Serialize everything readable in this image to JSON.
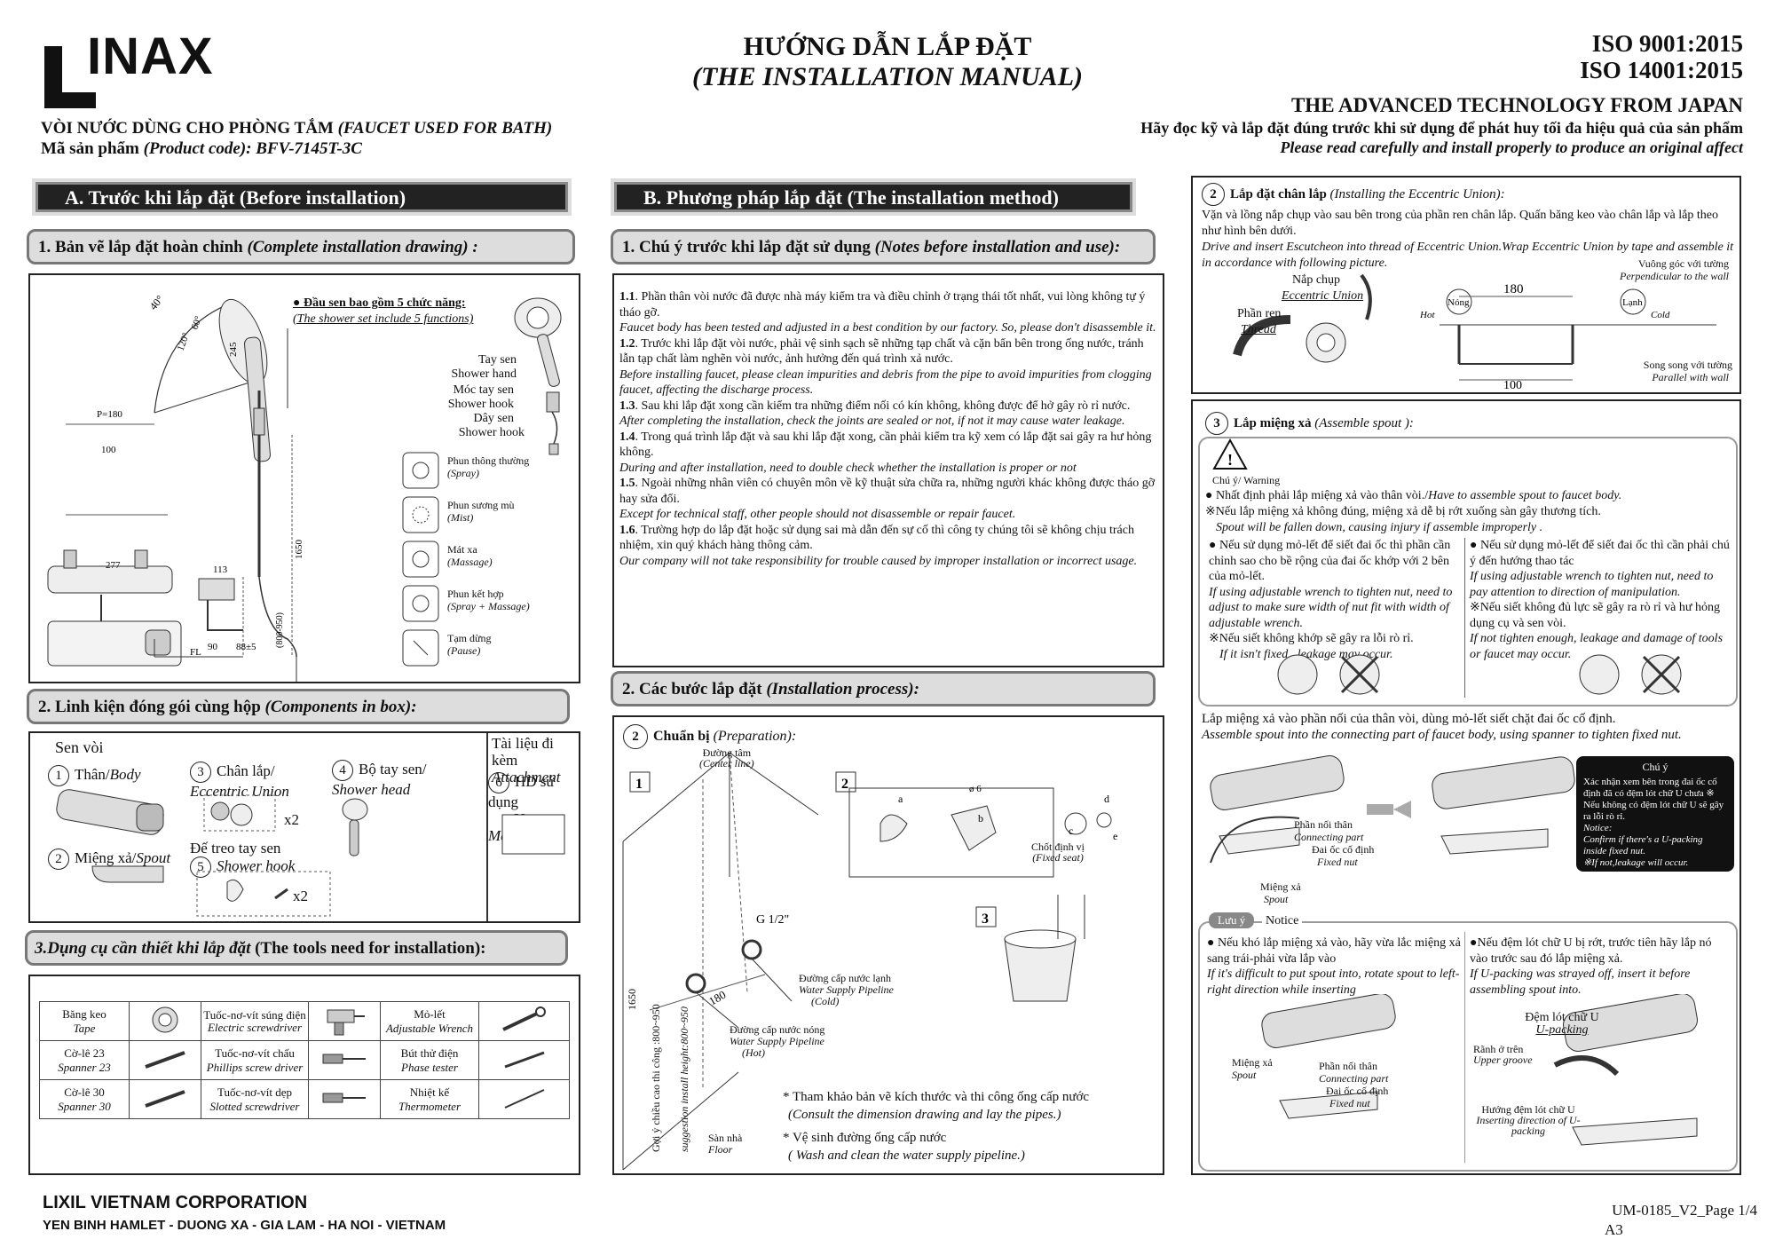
{
  "header": {
    "logo_text": "INAX",
    "title_vi": "HƯỚNG DẪN LẮP ĐẶT",
    "title_en": "(THE INSTALLATION MANUAL)",
    "iso1": "ISO   9001:2015",
    "iso2": "ISO 14001:2015",
    "tech": "THE ADVANCED TECHNOLOGY FROM JAPAN",
    "read_vi": "Hãy đọc kỹ và lắp đặt đúng trước khi sử dụng để phát huy tối đa hiệu quả của sản phẩm",
    "read_en": "Please read carefully and install properly to produce an original affect",
    "product_vi": "VÒI NƯỚC DÙNG CHO PHÒNG TẮM",
    "product_en": "(FAUCET USED FOR BATH)",
    "code_label": "Mã sản phẩm",
    "code_value": "(Product code): BFV-7145T-3C"
  },
  "sectionA": {
    "tab": "A. Trước khi lắp đặt (Before installation)",
    "s1_vi": "1. Bản vẽ lắp đặt hoàn chỉnh",
    "s1_en": "(Complete installation drawing) :",
    "shower_note_vi": "● Đầu sen bao gồm 5 chức năng:",
    "shower_note_en": "(The shower set include 5 functions)",
    "labels": {
      "hand_vi": "Tay sen",
      "hand_en": "Shower hand",
      "hook_vi": "Móc tay sen",
      "hook_en": "Shower hook",
      "hose_vi": "Dây sen",
      "hose_en": "Shower hook",
      "angle40": "40°",
      "angle60": "60°",
      "angle120": "120°",
      "d245": "245",
      "d1650": "1650",
      "d100": "100",
      "d277": "277",
      "d113": "113",
      "d90": "90",
      "d88": "88±5",
      "d800": "(800-950)",
      "p180": "P=180",
      "fl": "FL"
    },
    "functions": [
      {
        "vi": "Phun thông thường",
        "en": "(Spray)"
      },
      {
        "vi": "Phun sương mù",
        "en": "(Mist)"
      },
      {
        "vi": "Mát xa",
        "en": "(Massage)"
      },
      {
        "vi": "Phun kết hợp",
        "en": "(Spray + Massage)"
      },
      {
        "vi": "Tạm dừng",
        "en": "(Pause)"
      }
    ],
    "s2_vi": "2. Linh kiện đóng gói cùng hộp",
    "s2_en": "(Components in box):",
    "comp": {
      "sen_voi": "Sen vòi",
      "c1": "Thân/",
      "c1en": "Body",
      "c2": "Miệng xả/",
      "c2en": "Spout",
      "c3": "Chân lắp/",
      "c3en": "Eccentric Union",
      "c4": "Bộ tay sen/",
      "c4en": "Shower head",
      "c5": "Đế treo tay sen",
      "c5en": "Shower hook",
      "docs": "Tài liệu đi kèm",
      "docs_en": "Attachment",
      "c6": "HD sử dụng",
      "c6en": "User Manual",
      "x2a": "x2",
      "x2b": "x2",
      "n1": "1",
      "n2": "2",
      "n3": "3",
      "n4": "4",
      "n5": "5",
      "n6": "6"
    },
    "s3_vi": "3.Dụng cụ cần thiết khi lắp đặt",
    "s3_en": "(The tools need for installation):",
    "tools": [
      {
        "vi": "Băng keo",
        "en": "Tape"
      },
      {
        "vi": "Tuốc-nơ-vít súng điện",
        "en": "Electric screwdriver"
      },
      {
        "vi": "Mỏ-lết",
        "en": "Adjustable Wrench"
      },
      {
        "vi": "Cờ-lê 23",
        "en": "Spanner 23"
      },
      {
        "vi": "Tuốc-nơ-vít chấu",
        "en": "Phillips screw driver"
      },
      {
        "vi": "Bút thử điện",
        "en": "Phase tester"
      },
      {
        "vi": "Cờ-lê 30",
        "en": "Spanner 30"
      },
      {
        "vi": "Tuốc-nơ-vít dẹp",
        "en": "Slotted screwdriver"
      },
      {
        "vi": "Nhiệt kế",
        "en": "Thermometer"
      }
    ]
  },
  "sectionB": {
    "tab": "B. Phương pháp lắp đặt (The installation method)",
    "s1_vi": "1. Chú ý trước khi lắp đặt sử dụng",
    "s1_en": "(Notes before installation and use):",
    "notes": [
      {
        "num": "1.1",
        "vi": ". Phần thân vòi nước đã được nhà máy kiểm tra và điều chỉnh ở trạng thái tốt nhất, vui lòng không tự ý tháo gỡ.",
        "en": "Faucet body has been tested and adjusted in a best condition by our factory. So, please don't disassemble it."
      },
      {
        "num": "1.2",
        "vi": ". Trước khi lắp đặt vòi nước, phải vệ sinh sạch sẽ những tạp chất và cặn bẩn bên trong ống nước, tránh lẫn tạp chất làm nghẽn vòi nước, ảnh hưởng đến quá trình xả nước.",
        "en": "Before installing faucet, please clean impurities and debris from the pipe to avoid impurities from clogging faucet, affecting the discharge process."
      },
      {
        "num": "1.3",
        "vi": ". Sau khi lắp đặt xong cần kiểm tra những điểm nối có kín không, không được để hở gây rò rỉ nước.",
        "en": "After completing the installation, check the joints are sealed or not, if not it may cause water leakage."
      },
      {
        "num": "1.4",
        "vi": ". Trong quá trình lắp đặt và sau khi lắp đặt xong, cần phải kiểm tra kỹ xem có lắp đặt sai gây ra hư hỏng không.",
        "en": "During and after installation, need to double check whether the installation is proper or not"
      },
      {
        "num": "1.5",
        "vi": ". Ngoài những nhân viên có chuyên môn về kỹ thuật sửa chữa ra, những người khác không được tháo gỡ hay sửa đổi.",
        "en": "Except for technical staff, other people should not disassemble or repair faucet."
      },
      {
        "num": "1.6",
        "vi": ". Trường hợp do lắp đặt hoặc sử dụng sai mà dẫn đến sự cố thì công ty chúng tôi sẽ không chịu trách nhiệm, xin quý khách hàng thông cảm.",
        "en": "Our company will not take responsibility for trouble caused by improper installation or incorrect usage."
      }
    ],
    "s2_vi": "2. Các bước lắp đặt",
    "s2_en": "(Installation process):",
    "prep_vi": "Chuẩn bị",
    "prep_en": "(Preparation):",
    "prep": {
      "center_vi": "Đường tâm",
      "center_en": "(Center line)",
      "g12": "G 1/2\"",
      "cold_vi": "Đường cấp nước lạnh",
      "cold_en": "Water Supply Pipeline",
      "cold_paren": "(Cold)",
      "hot_vi": "Đường cấp nước nóng",
      "hot_en": "Water Supply Pipeline",
      "hot_paren": "(Hot)",
      "d180": "180",
      "d1650": "1650",
      "suggest_vi": "Gợi ý chiều cao thi công :800~950",
      "suggest_en": "suggestion install height:800~950",
      "floor_vi": "Sàn nhà",
      "floor_en": "Floor",
      "fixed_vi": "Chốt định vị",
      "fixed_en": "(Fixed seat)",
      "d6": "ø 6",
      "b1": "1",
      "b2": "2",
      "b3": "3",
      "la": "a",
      "lb": "b",
      "lc": "c",
      "ld": "d",
      "le": "e",
      "ref_vi": "* Tham khảo bản vẽ kích thước và thi công ống cấp nước",
      "ref_en": "(Consult the dimension drawing and lay the pipes.)",
      "clean_vi": "* Vệ sinh đường ống cấp nước",
      "clean_en": "( Wash and clean the water supply pipeline.)"
    }
  },
  "sectionC": {
    "step2_num": "2",
    "step2_vi": "Lắp đặt chân lắp",
    "step2_en": "(Installing the Eccentric Union):",
    "step2_text_vi": "Vặn và lồng nắp chụp vào sau bên trong của phần ren chân lắp. Quấn băng keo vào chân lắp và lắp theo như hình bên dưới.",
    "step2_text_en": "Drive and insert Escutcheon into thread of Eccentric Union.Wrap Eccentric Union by tape and assemble it in accordance with following picture.",
    "step2_labels": {
      "cap_vi": "Nắp chụp",
      "cap_en": "Eccentric Union",
      "thread_vi": "Phần ren",
      "thread_en": "Thread",
      "hot_vi": "Nóng",
      "hot_en": "Hot",
      "cold_vi": "Lạnh",
      "cold_en": "Cold",
      "d180": "180",
      "perp_vi": "Vuông góc với tường",
      "perp_en": "Perpendicular to the wall",
      "par_vi": "Song song với tường",
      "par_en": "Parallel with wall",
      "d100": "100"
    },
    "step3_num": "3",
    "step3_vi": "Lắp miệng xả",
    "step3_en": "(Assemble spout ):",
    "warn_label": "Chú ý/ Warning",
    "warn1_vi": "Nhất định phải lắp miệng xả vào thân vòi./",
    "warn1_en": "Have to assemble spout to faucet body.",
    "warn2_vi": "※Nếu lắp miệng xả không đúng, miệng xả dễ bị rớt xuống sàn gây thương tích.",
    "warn2_en": "Spout will be fallen down, causing injury if assemble improperly .",
    "wl_vi": "● Nếu sử dụng mỏ-lết để siết đai ốc thì phần cần chỉnh sao cho bề rộng của đai ốc khớp với 2 bên của mỏ-lết.",
    "wl_en": "If using adjustable wrench to tighten nut, need to adjust to make sure width of nut fit with width of adjustable wrench.",
    "wl2_vi": "※Nếu siết không khớp sẽ gây ra lỗi rò rỉ.",
    "wl2_en": "If it isn't fixed , leakage may occur.",
    "wr_vi": "● Nếu sử dụng mỏ-lết để siết đai ốc thì cần phải chú ý đến hướng thao tác",
    "wr_en": "If using adjustable wrench to tighten nut, need to pay attention to direction of manipulation.",
    "wr2_vi": "※Nếu siết không đủ lực sẽ gây ra rò rỉ và hư hỏng dụng cụ và sen vòi.",
    "wr2_en": "If not tighten enough, leakage and damage of tools or faucet may occur.",
    "assemble_vi": "Lắp miệng xả vào phần nối của thân vòi, dùng mỏ-lết siết chặt đai ốc cố định.",
    "assemble_en": "Assemble spout into the connecting part of faucet body, using spanner to tighten fixed nut.",
    "fig": {
      "conn_vi": "Phần nối thân",
      "conn_en": "Connecting part",
      "nut_vi": "Đai ốc cố định",
      "nut_en": "Fixed nut",
      "spout_vi": "Miệng xả",
      "spout_en": "Spout"
    },
    "chuy_label": "Chú ý",
    "chuy_vi": "Xác nhận xem bên trong đai ốc cố định đã có đệm lót chữ U chưa ※ Nếu không có đệm lót chữ U sẽ gây ra lỗi rò rỉ.",
    "chuy_en1": "Notice:",
    "chuy_en2": "Confirm if there's a U-packing inside fixed nut.",
    "chuy_en3": "※If not,leakage will occur.",
    "luuy_label": "Lưu ý",
    "notice_en": "Notice",
    "nl_vi": "● Nếu khó lắp miệng xả vào, hãy vừa lắc miệng xả sang trái-phải vừa lắp vào",
    "nl_en": "If it's difficult to put spout into, rotate spout to left-right direction while inserting",
    "nr_vi": "●Nếu đệm lót chữ U bị rớt, trước tiên hãy lắp nó vào trước sau đó lắp miệng xả.",
    "nr_en": "If U-packing was strayed off, insert it before assembling spout into.",
    "fig2": {
      "spout_vi": "Miệng xả",
      "spout_en": "Spout",
      "conn_vi": "Phần nối thân",
      "conn_en": "Connecting part",
      "nut_vi": "Đai ốc cố định",
      "nut_en": "Fixed nut",
      "upack_vi": "Đệm lót chữ U",
      "upack_en": "U-packing",
      "groove_vi": "Rãnh ở trên",
      "groove_en": "Upper groove",
      "dir_vi": "Hướng đệm lót chữ U",
      "dir_en": "Inserting direction of U-packing"
    }
  },
  "footer": {
    "company": "LIXIL VIETNAM CORPORATION",
    "address": "YEN BINH HAMLET - DUONG XA - GIA LAM - HA NOI - VIETNAM",
    "page": "UM-0185_V2_Page 1/4",
    "size": "A3"
  }
}
